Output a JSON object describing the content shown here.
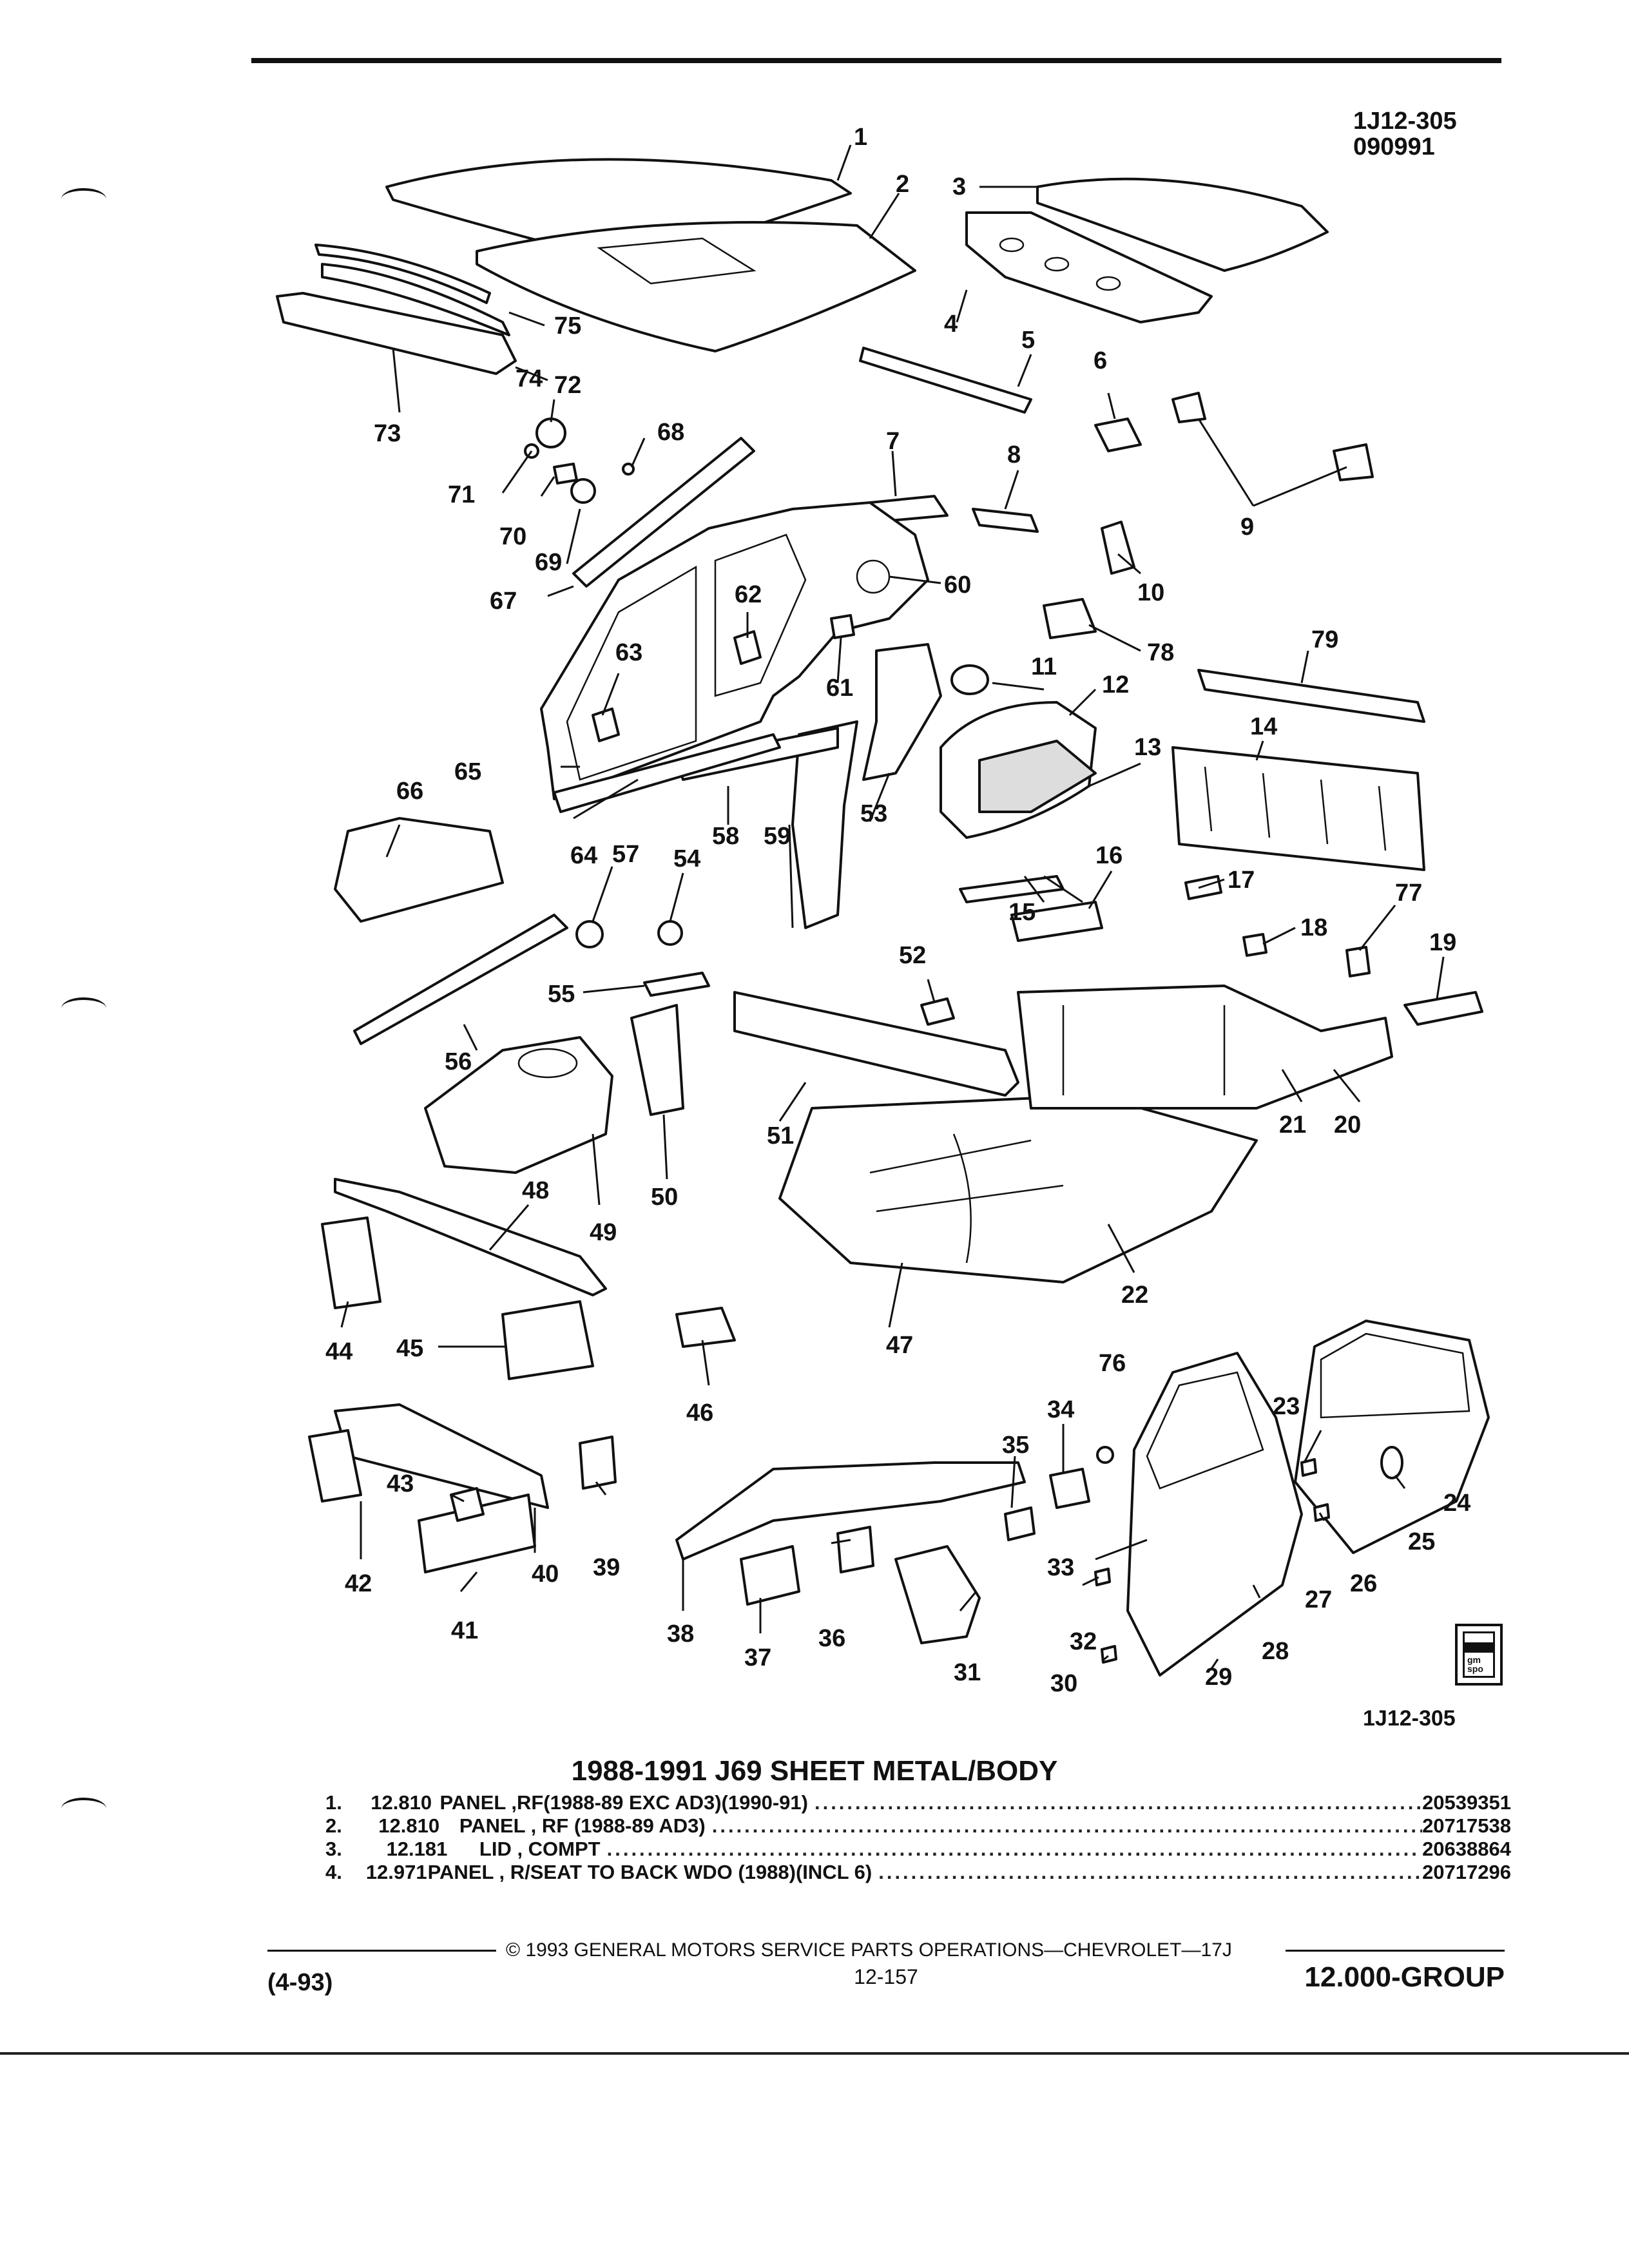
{
  "header": {
    "ref_code": "1J12-305",
    "ref_date": "090991"
  },
  "diagram": {
    "labels": [
      "1",
      "2",
      "3",
      "4",
      "5",
      "6",
      "7",
      "8",
      "9",
      "10",
      "11",
      "12",
      "13",
      "14",
      "15",
      "16",
      "17",
      "18",
      "19",
      "20",
      "21",
      "22",
      "23",
      "24",
      "25",
      "26",
      "27",
      "28",
      "29",
      "30",
      "31",
      "32",
      "33",
      "34",
      "35",
      "36",
      "37",
      "38",
      "39",
      "40",
      "41",
      "42",
      "43",
      "44",
      "45",
      "46",
      "47",
      "48",
      "49",
      "50",
      "51",
      "52",
      "53",
      "54",
      "55",
      "56",
      "57",
      "58",
      "59",
      "60",
      "61",
      "62",
      "63",
      "64",
      "65",
      "66",
      "67",
      "68",
      "69",
      "70",
      "71",
      "72",
      "73",
      "74",
      "75",
      "76",
      "77",
      "78",
      "79"
    ],
    "figure_ref": "1J12-305",
    "logo_text": "gm spo"
  },
  "title": "1988-1991 J69 SHEET METAL/BODY",
  "parts": [
    {
      "num": "1.",
      "code": "12.810",
      "desc": "PANEL ,RF(1988-89 EXC AD3)(1990-91)",
      "part": "20539351"
    },
    {
      "num": "2.",
      "code": "12.810",
      "desc": "PANEL , RF (1988-89 AD3)",
      "part": "20717538"
    },
    {
      "num": "3.",
      "code": "12.181",
      "desc": "LID , COMPT",
      "part": "20638864"
    },
    {
      "num": "4.",
      "code": "12.971",
      "desc": "PANEL , R/SEAT TO BACK WDO (1988)(INCL 6)",
      "part": "20717296"
    }
  ],
  "footer": {
    "copyright": "© 1993 GENERAL MOTORS SERVICE PARTS OPERATIONS—CHEVROLET—17J",
    "date": "(4-93)",
    "page": "12-157",
    "group": "12.000-GROUP"
  }
}
